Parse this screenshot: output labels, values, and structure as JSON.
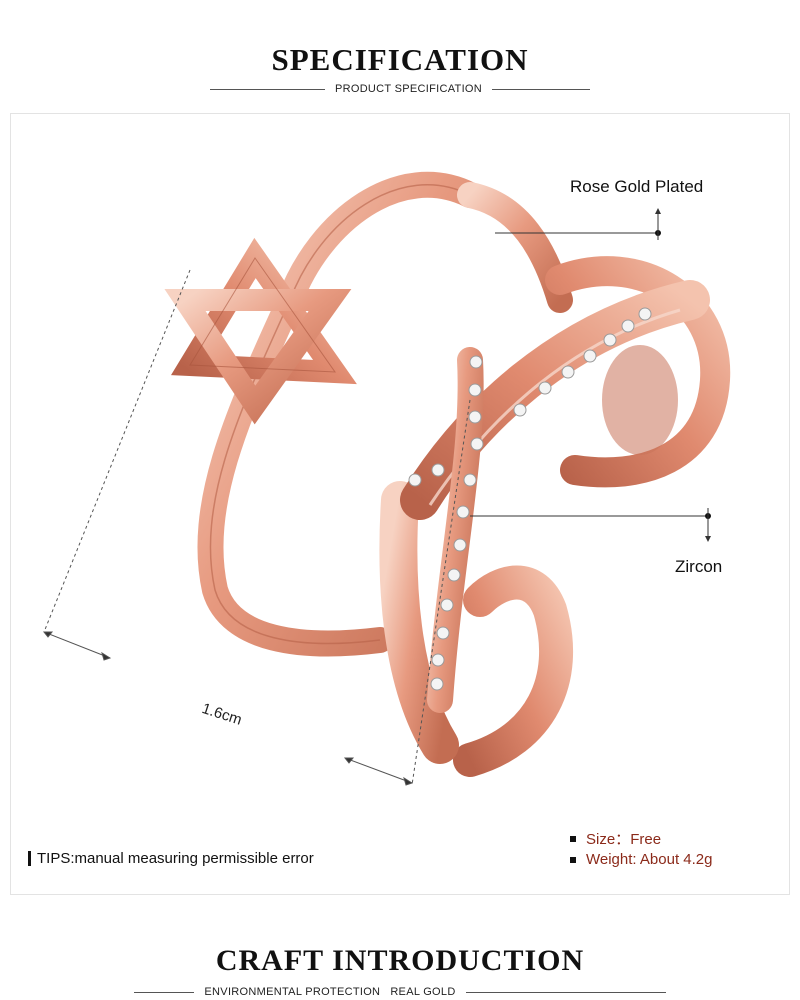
{
  "header": {
    "title": "SPECIFICATION",
    "subtitle": "PRODUCT SPECIFICATION"
  },
  "callouts": {
    "rose_gold": "Rose Gold Plated",
    "zircon": "Zircon"
  },
  "measurement": "1.6cm",
  "tips": "TIPS:manual measuring permissible error",
  "specs": {
    "size_label": "Size：",
    "size_value": "Free",
    "weight_label": "Weight: ",
    "weight_value": "About 4.2g"
  },
  "footer": {
    "title": "CRAFT INTRODUCTION",
    "sub_left": "ENVIRONMENTAL PROTECTION",
    "sub_right": "REAL GOLD"
  },
  "colors": {
    "rose_gold": "#e79a80",
    "rose_gold_dark": "#b8624a",
    "rose_gold_light": "#f7d2c2",
    "accent_value": "#8b2a1a"
  }
}
